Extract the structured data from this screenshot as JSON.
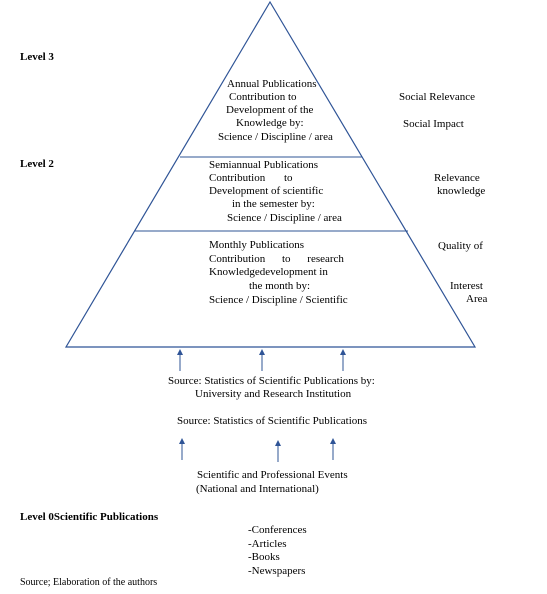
{
  "levels": {
    "level3": "Level 3",
    "level2": "Level 2",
    "level0": "Level 0Scientific Publications"
  },
  "pyramid": {
    "top_block": [
      "Annual Publications",
      "Contribution to",
      "Development of the",
      "Knowledge by:",
      "Science / Discipline / area"
    ],
    "middle_block": [
      "Semiannual Publications",
      "Contribution to",
      "Development of scientific",
      "in the semester by:",
      "Science / Discipline / area"
    ],
    "bottom_block": [
      "Monthly Publications",
      "Contribution to research",
      "Knowledgedevelopment in",
      "the month by:",
      "Science / Discipline / Scientific"
    ]
  },
  "side_labels": {
    "social_relevance": "Social Relevance",
    "social_impact": "Social Impact",
    "relevance": "Relevance",
    "knowledge": "knowledge",
    "quality_of": "Quality of",
    "interest": "Interest",
    "area": "Area"
  },
  "sources": {
    "source1_line1": "Source: Statistics of Scientific Publications by:",
    "source1_line2": "University and Research Institution",
    "source2": "Source: Statistics of Scientific Publications",
    "events_line1": "Scientific and Professional Events",
    "events_line2": "(National and International)"
  },
  "publication_types": [
    "-Conferences",
    "-Articles",
    "-Books",
    "-Newspapers"
  ],
  "footer": "Source; Elaboration of the authors",
  "colors": {
    "lines": "#2f5496",
    "text": "#000000"
  }
}
